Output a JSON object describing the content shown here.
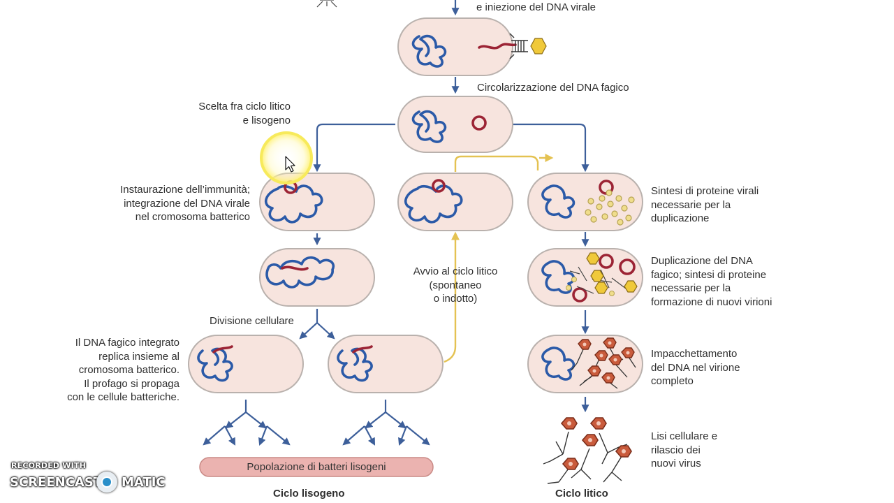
{
  "colors": {
    "blue_arrow": "#3d5f9a",
    "yellow_arrow": "#e4c252",
    "cell_fill": "#f7e4de",
    "cell_stroke": "#b9b1ad",
    "chromosome": "#2b5aa8",
    "phage_dna": "#9c2435",
    "protein": "#f0dd8c",
    "population_bar": "#ebb3b0",
    "highlight_circle": "#fff38a"
  },
  "labels": {
    "top_right": "e iniezione del DNA virale",
    "circularization": "Circolarizzazione del DNA fagico",
    "choice": [
      "Scelta fra ciclo litico",
      "e lisogeno"
    ],
    "immunity": [
      "Instaurazione dell’immunità;",
      "integrazione del DNA virale",
      "nel cromosoma batterico"
    ],
    "protein_synthesis": [
      "Sintesi di proteine virali",
      "necessarie per la",
      "duplicazione"
    ],
    "duplication": [
      "Duplicazione del DNA",
      "fagico; sintesi di proteine",
      "necessarie per la",
      "formazione di nuovi virioni"
    ],
    "lytic_start": [
      "Avvio al ciclo litico",
      "(spontaneo",
      "o indotto)"
    ],
    "cell_division": "Divisione cellulare",
    "integrated": [
      "Il DNA fagico integrato",
      "replica insieme al",
      "cromosoma batterico.",
      "Il profago si propaga",
      "con le cellule batteriche."
    ],
    "packaging": [
      "Impacchettamento",
      "del DNA nel virione",
      "completo"
    ],
    "lysis": [
      "Lisi cellulare e",
      "rilascio dei",
      "nuovi virus"
    ],
    "population": "Popolazione di batteri lisogeni",
    "lysogenic_cycle": "Ciclo lisogeno",
    "lytic_cycle": "Ciclo litico"
  },
  "watermark": {
    "recorded_with": "RECORDED WITH",
    "brand_left": "SCREENCAST",
    "brand_right": "MATIC"
  },
  "cursor": {
    "icon": "pointer-arrow-icon"
  }
}
